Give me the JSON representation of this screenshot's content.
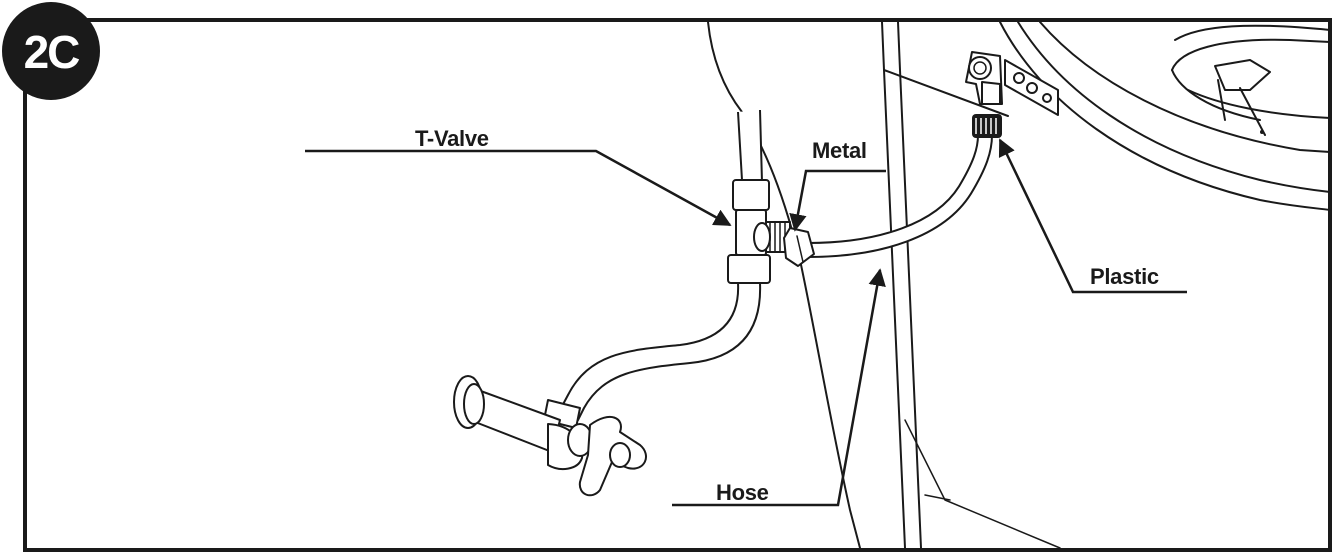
{
  "badge": {
    "text": "2C"
  },
  "labels": {
    "t_valve": "T-Valve",
    "metal": "Metal",
    "plastic": "Plastic",
    "hose": "Hose"
  },
  "colors": {
    "ink": "#1a1a1a",
    "paper": "#ffffff"
  }
}
